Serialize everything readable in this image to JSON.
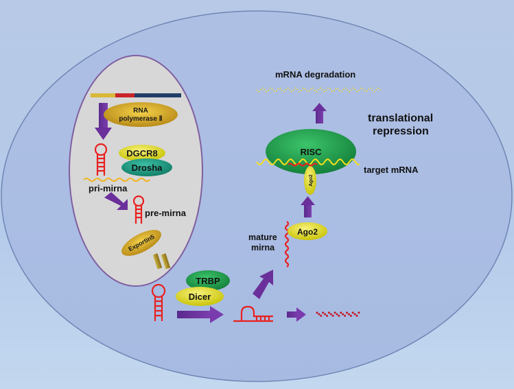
{
  "labels": {
    "rna_polymerase_line1": "RNA",
    "rna_polymerase_line2": "polymerase Ⅱ",
    "dgcr8": "DGCR8",
    "drosha": "Drosha",
    "pri_mirna": "pri-mirna",
    "pre_mirna": "pre-mirna",
    "exportin5": "Exportin5",
    "trbp": "TRBP",
    "dicer": "Dicer",
    "mature_line1": "mature",
    "mature_line2": "mirna",
    "ago2": "Ago2",
    "ago2_small": "Ago2",
    "risc": "RISC",
    "target_mrna": "target mRNA",
    "mrna_degradation": "mRNA degradation",
    "translational_line1": "translational",
    "translational_line2": "repression"
  },
  "colors": {
    "cell": "#a9bde3",
    "nucleus": "#d6d6d6",
    "nucleus_border": "#7f5fa0",
    "arrow": "#6a2f9a",
    "rna_red": "#e8201f",
    "wave_yellow": "#f5d51a",
    "green_oval": "#1f9b4a",
    "teal_oval": "#1a9b80",
    "yellow_oval": "#e2dc10",
    "gold": "#c8a020"
  }
}
